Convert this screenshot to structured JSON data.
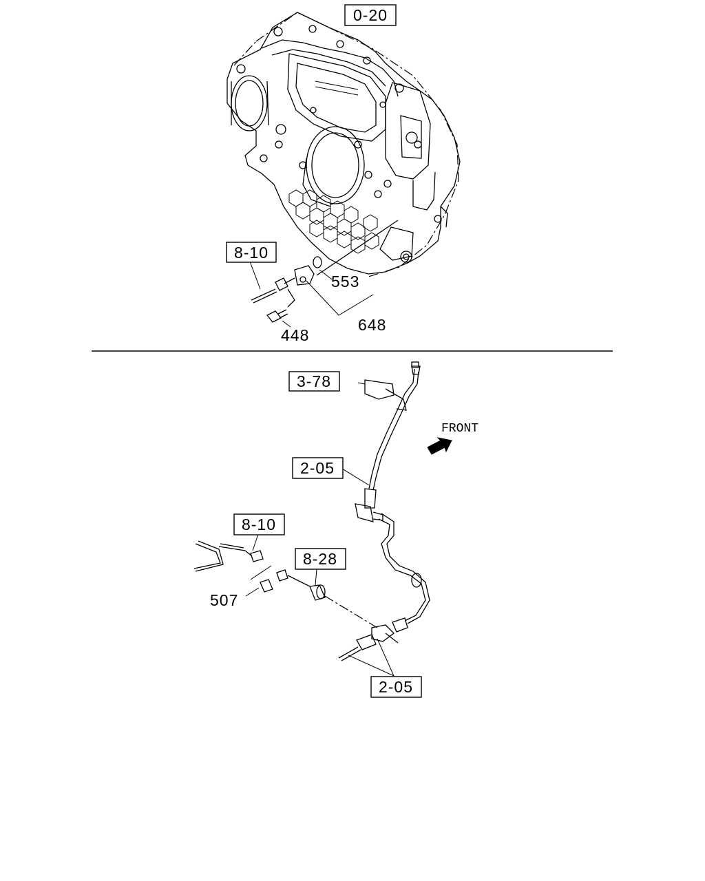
{
  "callouts": {
    "ref_0_20": "0-20",
    "ref_8_10_top": "8-10",
    "ref_3_78": "3-78",
    "ref_2_05_upper": "2-05",
    "ref_8_10_bottom": "8-10",
    "ref_8_28": "8-28",
    "ref_2_05_lower": "2-05"
  },
  "parts": {
    "p553": "553",
    "p648": "648",
    "p448": "448",
    "p507": "507"
  },
  "direction": {
    "front_label": "FRONT"
  }
}
